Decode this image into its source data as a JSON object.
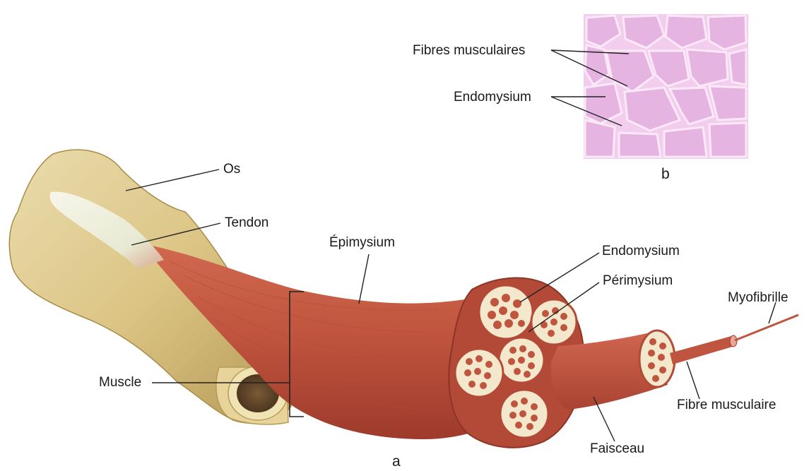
{
  "labels": {
    "os": "Os",
    "tendon": "Tendon",
    "epimysium": "Épimysium",
    "endomysium": "Endomysium",
    "perimysium": "Périmysium",
    "myofibrille": "Myofibrille",
    "muscle": "Muscle",
    "fibre_musculaire": "Fibre musculaire",
    "faisceau": "Faisceau",
    "panel_a": "a",
    "panel_b": "b",
    "inset_fibres": "Fibres musculaires",
    "inset_endomysium": "Endomysium"
  },
  "colors": {
    "muscle": "#c0533f",
    "bone": "#e3cf93",
    "tendon": "#eef0dc",
    "inset": "#f2cdee"
  }
}
